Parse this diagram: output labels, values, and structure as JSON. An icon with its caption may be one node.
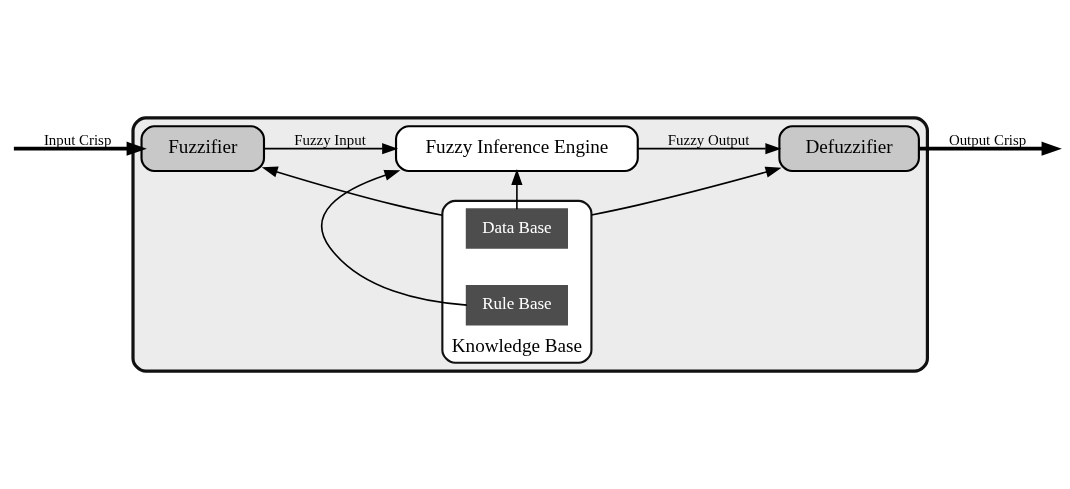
{
  "diagram": {
    "nodes": [
      {
        "text": [],
        "shape": "box"
      },
      {
        "text": [
          "Knowledge Base"
        ],
        "in": 0
      },
      {
        "text": [
          "Data Base"
        ],
        "in": 1
      },
      {
        "text": [
          "Rule Base"
        ],
        "in": 1
      },
      {
        "text": [
          "Fuzzifier"
        ],
        "in": 0
      },
      {
        "text": [
          "Defuzzifier"
        ],
        "in": 0
      },
      {
        "text": [
          "Fuzzy Inference Engine"
        ],
        "in": 0
      }
    ],
    "edges": [
      {
        "from": null,
        "to": 4,
        "arrow": "to",
        "label": "Input Crisp",
        "style": "thick"
      },
      {
        "from": 1,
        "to": 4,
        "arrow": "to"
      },
      {
        "from": 1,
        "to": 5,
        "arrow": "to"
      },
      {
        "from": 2,
        "to": 6,
        "arrow": "to"
      },
      {
        "from": 3,
        "to": 6,
        "arrow": "to"
      },
      {
        "from": 4,
        "to": 6,
        "arrow": "to",
        "label": "Fuzzy Input"
      },
      {
        "from": 6,
        "to": 5,
        "arrow": "to",
        "label": "Fuzzy Output"
      },
      {
        "from": 5,
        "to": null,
        "arrow": "to",
        "label": "Output Crisp",
        "style": "thick"
      }
    ]
  }
}
